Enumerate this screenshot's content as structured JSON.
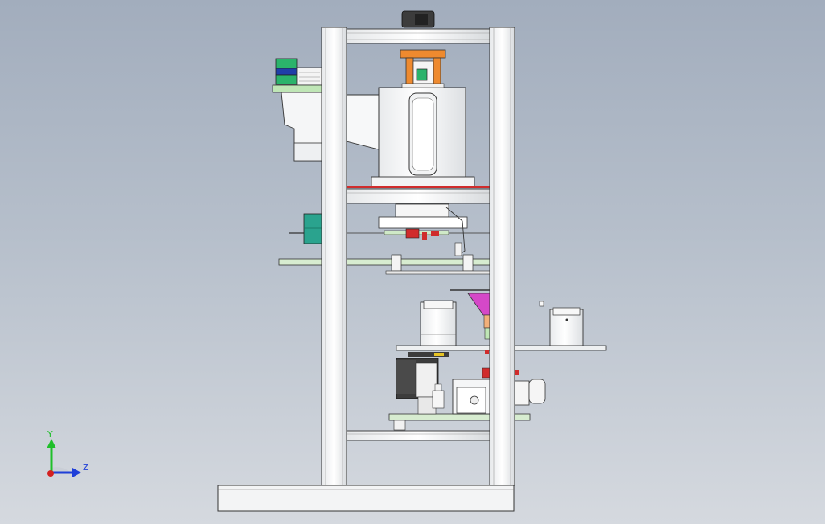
{
  "window": {
    "type": "3d-cad-viewport",
    "background_top": "#a2adbd",
    "background_bottom": "#d5d9df"
  },
  "colors": {
    "frame_fill": "#f1f3f4",
    "frame_stroke": "#3a3a3a",
    "accent_orange": "#ee8a2f",
    "accent_green": "#2bb36b",
    "accent_teal": "#2aa38e",
    "accent_magenta": "#d548c8",
    "accent_red": "#d02c2c",
    "plate_green": "#d9eed0",
    "dark_gray": "#3c3c3c"
  },
  "triad": {
    "y_label": "Y",
    "z_label": "Z",
    "y_color": "#1fbf2a",
    "z_color": "#1f3fd8",
    "origin_color": "#d32020"
  },
  "model": {
    "icons": {
      "frame": "aluminum-frame",
      "spindle": "spindle-housing",
      "motor": "motor",
      "cylinder": "cylinder",
      "rail": "linear-rail"
    }
  }
}
